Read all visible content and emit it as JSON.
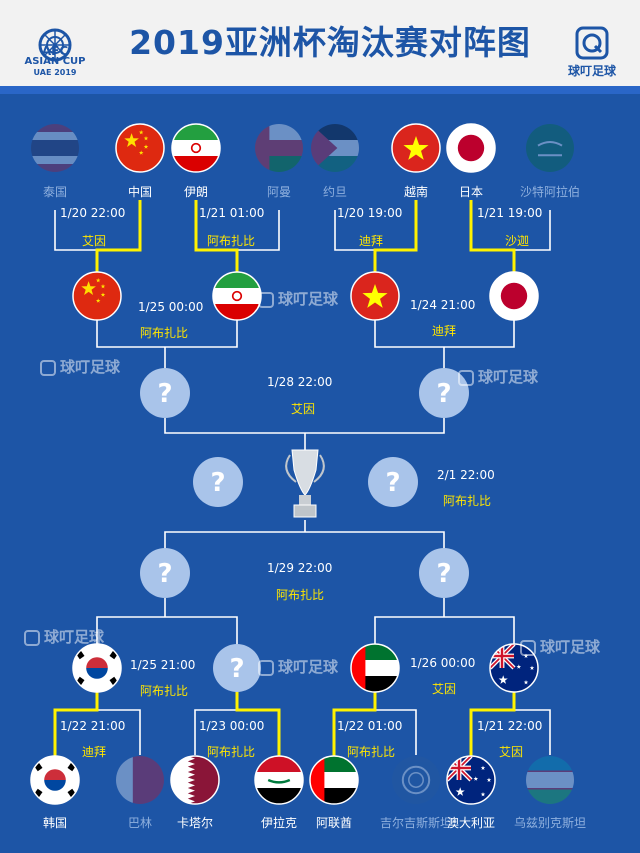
{
  "header": {
    "title": "2019亚洲杯淘汰赛对阵图",
    "afc_line1": "AFC",
    "afc_line2": "ASIAN CUP",
    "afc_line3": "UAE 2019",
    "brand": "球叮足球"
  },
  "watermark": "球叮足球",
  "teams_top": [
    {
      "name": "泰国",
      "flag": "thailand",
      "dim": true
    },
    {
      "name": "中国",
      "flag": "china",
      "dim": false
    },
    {
      "name": "伊朗",
      "flag": "iran",
      "dim": false
    },
    {
      "name": "阿曼",
      "flag": "oman",
      "dim": true
    },
    {
      "name": "约旦",
      "flag": "jordan",
      "dim": true
    },
    {
      "name": "越南",
      "flag": "vietnam",
      "dim": false
    },
    {
      "name": "日本",
      "flag": "japan",
      "dim": false
    },
    {
      "name": "沙特阿拉伯",
      "flag": "saudi",
      "dim": true
    }
  ],
  "teams_bottom": [
    {
      "name": "韩国",
      "flag": "korea",
      "dim": false
    },
    {
      "name": "巴林",
      "flag": "bahrain",
      "dim": true
    },
    {
      "name": "卡塔尔",
      "flag": "qatar",
      "dim": false
    },
    {
      "name": "伊拉克",
      "flag": "iraq",
      "dim": false
    },
    {
      "name": "阿联酋",
      "flag": "uae",
      "dim": false
    },
    {
      "name": "吉尔吉斯斯坦",
      "flag": "kyrgyzstan",
      "dim": true
    },
    {
      "name": "澳大利亚",
      "flag": "australia",
      "dim": false
    },
    {
      "name": "乌兹别克斯坦",
      "flag": "uzbekistan",
      "dim": true
    }
  ],
  "round16_top": [
    {
      "date": "1/20  22:00",
      "venue": "艾因"
    },
    {
      "date": "1/21  01:00",
      "venue": "阿布扎比"
    },
    {
      "date": "1/20  19:00",
      "venue": "迪拜"
    },
    {
      "date": "1/21  19:00",
      "venue": "沙迦"
    }
  ],
  "round16_bottom": [
    {
      "date": "1/22  21:00",
      "venue": "迪拜"
    },
    {
      "date": "1/23  00:00",
      "venue": "阿布扎比"
    },
    {
      "date": "1/22  01:00",
      "venue": "阿布扎比"
    },
    {
      "date": "1/21  22:00",
      "venue": "艾因"
    }
  ],
  "quarters_top": [
    {
      "date": "1/25  00:00",
      "venue": "阿布扎比"
    },
    {
      "date": "1/24  21:00",
      "venue": "迪拜"
    }
  ],
  "quarters_bottom": [
    {
      "date": "1/25  21:00",
      "venue": "阿布扎比"
    },
    {
      "date": "1/26  00:00",
      "venue": "艾因"
    }
  ],
  "semi_top": {
    "date": "1/28  22:00",
    "venue": "艾因"
  },
  "semi_bottom": {
    "date": "1/29  22:00",
    "venue": "阿布扎比"
  },
  "final": {
    "date": "2/1  22:00",
    "venue": "阿布扎比"
  },
  "unknown_mark": "?",
  "colors": {
    "background": "#1d55a6",
    "line": "#ffffff",
    "winner_line": "#fff200",
    "venue_text": "#ffe600",
    "placeholder": "#a9c4ea",
    "title": "#1d55a6"
  }
}
